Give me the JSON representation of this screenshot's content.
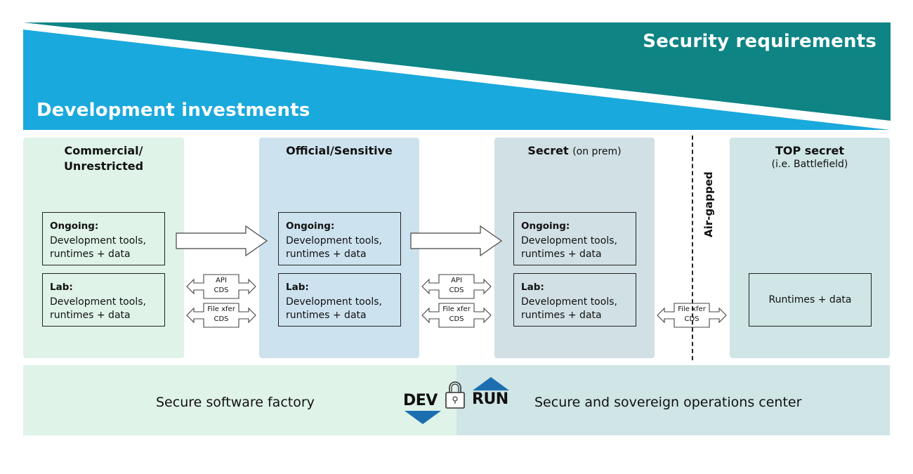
{
  "banner": {
    "top_title": "Security requirements",
    "bottom_title": "Development investments",
    "colors": {
      "security": "#0e8484",
      "development": "#1aa9dc",
      "separator": "#ffffff"
    }
  },
  "columns": [
    {
      "title": "Commercial/\nUnrestricted",
      "title_line1": "Commercial/",
      "title_line2": "Unrestricted",
      "color": "#dff3e8",
      "ongoing": {
        "label": "Ongoing:",
        "line1": "Development tools,",
        "line2": "runtimes + data"
      },
      "lab": {
        "label": "Lab:",
        "line1": "Development tools,",
        "line2": "runtimes + data"
      }
    },
    {
      "title": "Official/Sensitive",
      "color": "#cde2ef",
      "ongoing": {
        "label": "Ongoing:",
        "line1": "Development tools,",
        "line2": "runtimes + data"
      },
      "lab": {
        "label": "Lab:",
        "line1": "Development tools,",
        "line2": "runtimes + data"
      }
    },
    {
      "title": "Secret",
      "title_suffix": "(on prem)",
      "color": "#d1e0e4",
      "ongoing": {
        "label": "Ongoing:",
        "line1": "Development tools,",
        "line2": "runtimes + data"
      },
      "lab": {
        "label": "Lab:",
        "line1": "Development tools,",
        "line2": "runtimes + data"
      }
    },
    {
      "title": "TOP secret",
      "subtitle": "(i.e. Battlefield)",
      "color": "#cfe5e6",
      "runtime_box": "Runtimes + data"
    }
  ],
  "connectors": {
    "api_cds": {
      "line1": "API",
      "line2": "CDS"
    },
    "file_cds": {
      "line1": "File xfer",
      "line2": "CDS"
    }
  },
  "airgap": {
    "label": "Air-gapped"
  },
  "footer": {
    "left_label": "Secure software factory",
    "right_label": "Secure and sovereign operations center",
    "dev_label": "DEV",
    "run_label": "RUN",
    "arrow_color": "#1b6fb0",
    "left_color": "#dff3e8",
    "right_color": "#cfe5e6"
  }
}
